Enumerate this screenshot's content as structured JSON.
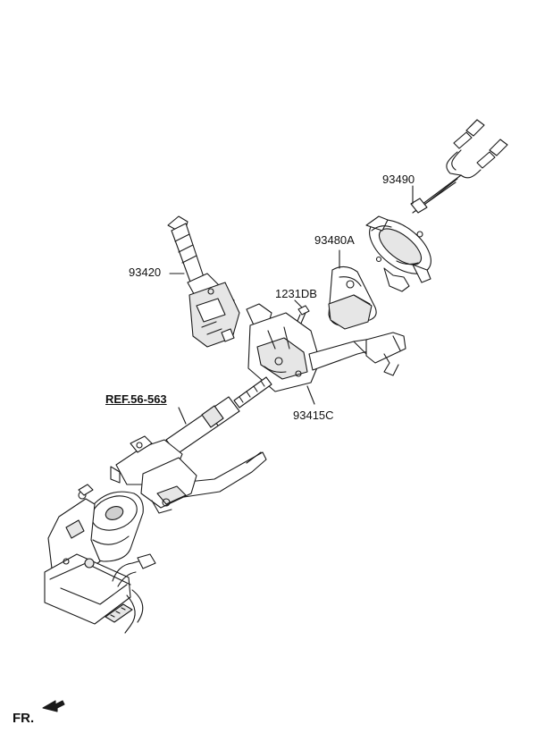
{
  "diagram": {
    "part_labels": {
      "wiring_harness": "93490",
      "clock_spring_plate": "93480A",
      "bolt": "1231DB",
      "wiper_switch": "93420",
      "multifunction_switch": "93415C"
    },
    "reference_label": "REF.56-563",
    "direction_label": "FR."
  },
  "colors": {
    "line": "#1a1a1a",
    "fill": "#ffffff",
    "shade": "#e6e6e6",
    "dark": "#cfcfcf"
  }
}
